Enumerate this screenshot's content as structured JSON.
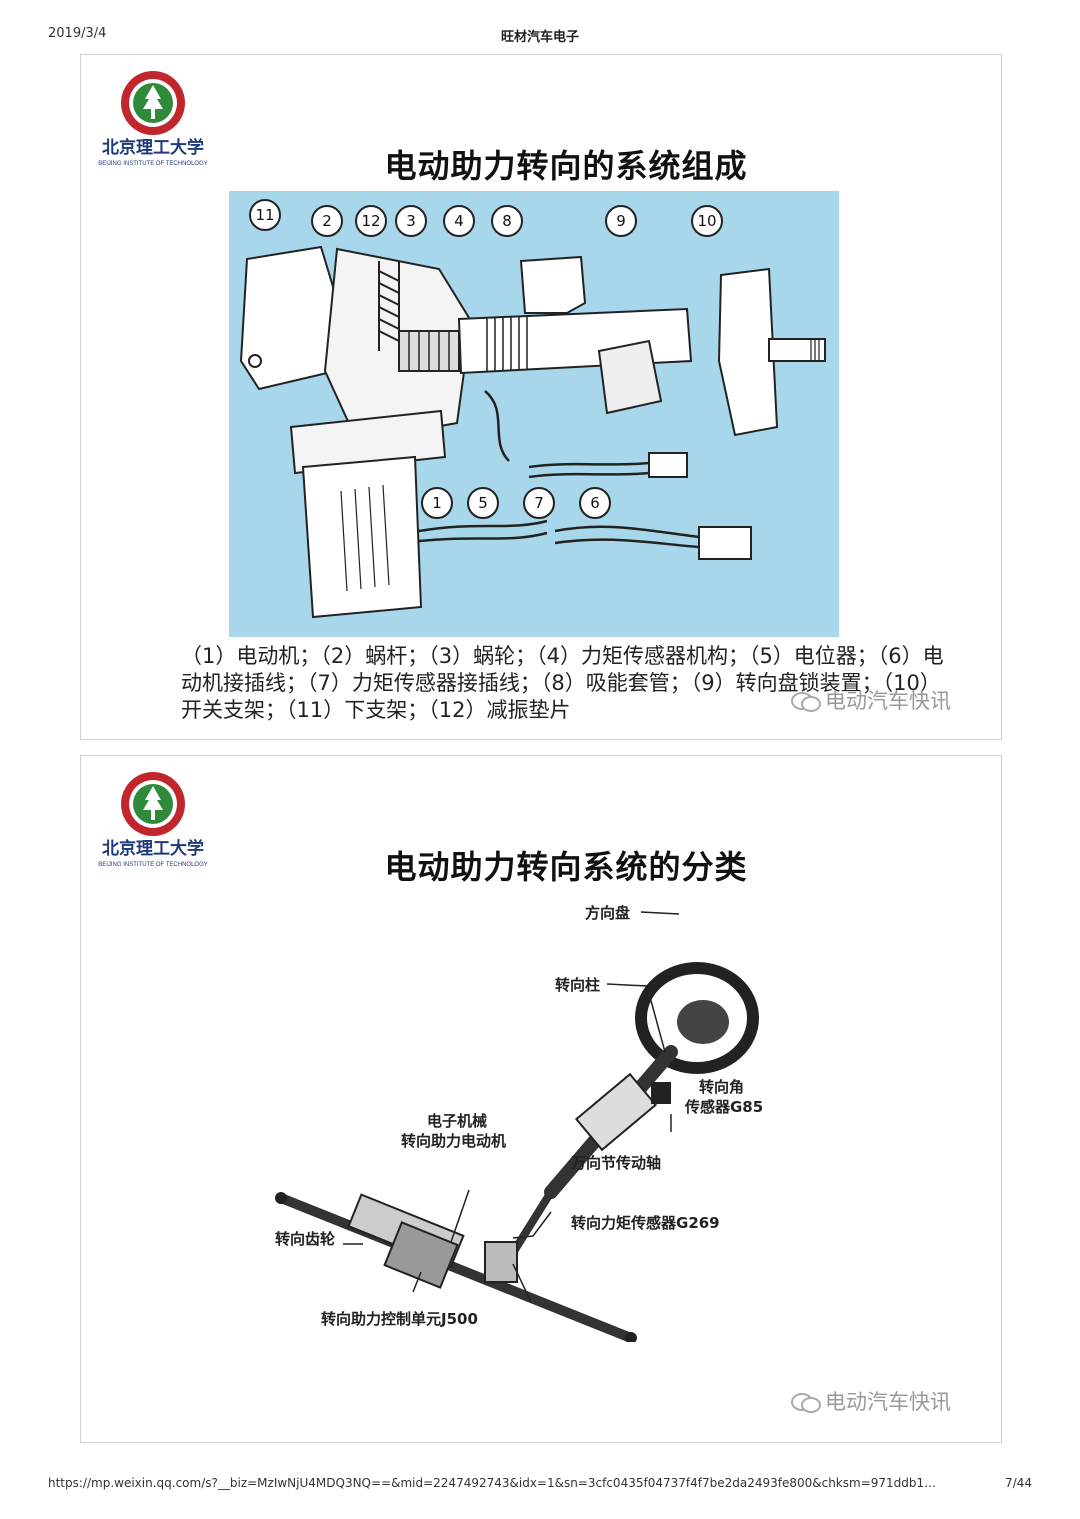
{
  "header": {
    "date": "2019/3/4",
    "title": "旺材汽车电子"
  },
  "footer": {
    "url": "https://mp.weixin.qq.com/s?__biz=MzIwNjU4MDQ3NQ==&mid=2247492743&idx=1&sn=3cfc0435f04737f4f7be2da2493fe800&chksm=971ddb1…",
    "page": "7/44"
  },
  "logo": {
    "text": "北京理工大学",
    "subtext": "BEIJING INSTITUTE OF TECHNOLOGY"
  },
  "slide1": {
    "title": "电动助力转向的系统组成",
    "callouts": [
      "11",
      "2",
      "12",
      "3",
      "4",
      "8",
      "9",
      "10",
      "1",
      "5",
      "7",
      "6"
    ],
    "caption": "（1）电动机；（2）蜗杆；（3）蜗轮；（4）力矩传感器机构；（5）电位器；（6）电动机接插线；（7）力矩传感器接插线；（8）吸能套管；（9）转向盘锁装置；（10）开关支架；（11）下支架；（12）减振垫片",
    "watermark": "电动汽车快讯"
  },
  "slide2": {
    "title": "电动助力转向系统的分类",
    "labels": {
      "steering_wheel": "方向盘",
      "steering_column": "转向柱",
      "angle_sensor_1": "转向角",
      "angle_sensor_2": "传感器G85",
      "motor_1": "电子机械",
      "motor_2": "转向助力电动机",
      "u_joint_shaft": "万向节传动轴",
      "torque_sensor": "转向力矩传感器G269",
      "steering_gear": "转向齿轮",
      "control_unit": "转向助力控制单元J500"
    },
    "watermark": "电动汽车快讯"
  },
  "colors": {
    "diagram_bg": "#a8d6ea",
    "logo_red": "#c0262c",
    "logo_green": "#2f8a3a",
    "logo_text": "#1f3a7a"
  }
}
